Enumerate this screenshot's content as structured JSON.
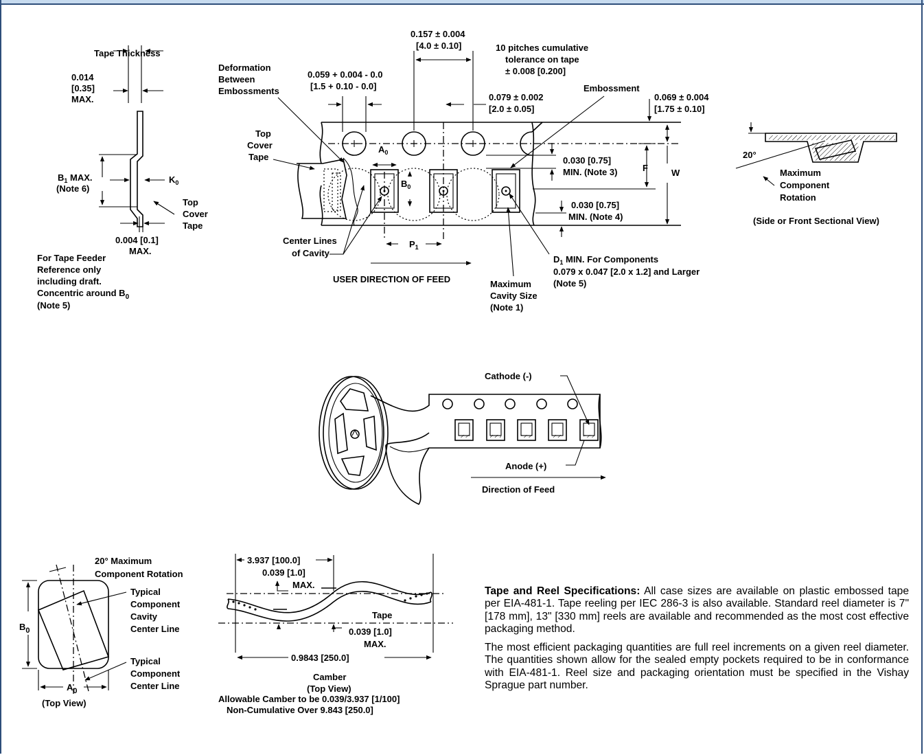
{
  "tape_detail": {
    "tape_thickness": "Tape Thickness",
    "t_value_1": "0.014",
    "t_value_2": "[0.35]",
    "t_value_3": "MAX.",
    "b1_label": "B",
    "b1_sub": "1",
    "b1_max": "MAX.",
    "b1_note": "(Note 6)",
    "k0_label": "K",
    "k0_sub": "0",
    "top_cover_1": "Top",
    "top_cover_2": "Cover",
    "top_cover_3": "Tape",
    "min_value_1": "0.004 [0.1]",
    "min_value_2": "MAX.",
    "feeder_note_1": "For Tape Feeder",
    "feeder_note_2": "Reference only",
    "feeder_note_3": "including draft.",
    "feeder_note_4": "Concentric around B",
    "feeder_note_4_sub": "0",
    "feeder_note_5": "(Note 5)"
  },
  "top_diagram": {
    "deformation_1": "Deformation",
    "deformation_2": "Between",
    "deformation_3": "Embossments",
    "hole_dia_1": "0.059 + 0.004 - 0.0",
    "hole_dia_2": "[1.5 + 0.10 - 0.0]",
    "pitch_1": "0.157 ± 0.004",
    "pitch_2": "[4.0 ± 0.10]",
    "cum_tol_1": "10 pitches cumulative",
    "cum_tol_2": "tolerance on tape",
    "cum_tol_3": "± 0.008 [0.200]",
    "p2_1": "0.079 ± 0.002",
    "p2_2": "[2.0 ± 0.05]",
    "embossment": "Embossment",
    "e_1": "0.069 ± 0.004",
    "e_2": "[1.75 ± 0.10]",
    "top_cover_1": "Top",
    "top_cover_2": "Cover",
    "top_cover_3": "Tape",
    "a0": "A",
    "a0_sub": "0",
    "b0": "B",
    "b0_sub": "0",
    "min3_1": "0.030 [0.75]",
    "min3_2": "MIN. (Note 3)",
    "f_label": "F",
    "w_label": "W",
    "min4_1": "0.030 [0.75]",
    "min4_2": "MIN. (Note 4)",
    "center_lines_1": "Center Lines",
    "center_lines_2": "of Cavity",
    "p1": "P",
    "p1_sub": "1",
    "d1_1": "D",
    "d1_sub": "1",
    "d1_1b": " MIN.  For Components",
    "d1_2": "0.079 x 0.047 [2.0 x 1.2] and Larger",
    "d1_3": "(Note 5)",
    "user_feed": "USER DIRECTION OF FEED",
    "max_cavity_1": "Maximum",
    "max_cavity_2": "Cavity Size",
    "max_cavity_3": "(Note 1)"
  },
  "side_view": {
    "angle": "20°",
    "max_rot_1": "Maximum",
    "max_rot_2": "Component",
    "max_rot_3": "Rotation",
    "caption": "(Side or Front Sectional View)"
  },
  "reel": {
    "cathode": "Cathode (-)",
    "anode": "Anode (+)",
    "direction": "Direction of Feed"
  },
  "top_view": {
    "rot_1": "20° Maximum",
    "rot_2": "Component Rotation",
    "cav_1": "Typical",
    "cav_2": "Component",
    "cav_3": "Cavity",
    "cav_4": "Center Line",
    "comp_1": "Typical",
    "comp_2": "Component",
    "comp_3": "Center Line",
    "b0": "B",
    "b0_sub": "0",
    "a0": "A",
    "a0_sub": "0",
    "caption": "(Top View)"
  },
  "camber": {
    "len_1": "3.937 [100.0]",
    "max_1": "0.039 [1.0]",
    "max_1b": "MAX.",
    "tape": "Tape",
    "max_2": "0.039 [1.0]",
    "max_2b": "MAX.",
    "total": "0.9843 [250.0]",
    "cap_1": "Camber",
    "cap_2": "(Top View)",
    "cap_3": "Allowable Camber to be 0.039/3.937 [1/100]",
    "cap_4": "Non-Cumulative Over 9.843 [250.0]"
  },
  "spec": {
    "lead": "Tape and Reel Specifications:",
    "para1": " All case sizes are available on plastic embossed tape per EIA-481-1. Tape reeling per IEC 286-3 is also available. Standard reel diameter is 7\" [178 mm], 13\" [330 mm] reels are available and recommended as the most cost effective packaging method.",
    "para2": "The most efficient packaging quantities are full reel increments on a given reel diameter. The quantities shown allow for the sealed empty pockets required to be in conformance with EIA-481-1. Reel size and packaging orientation must be specified in the Vishay Sprague part number."
  }
}
